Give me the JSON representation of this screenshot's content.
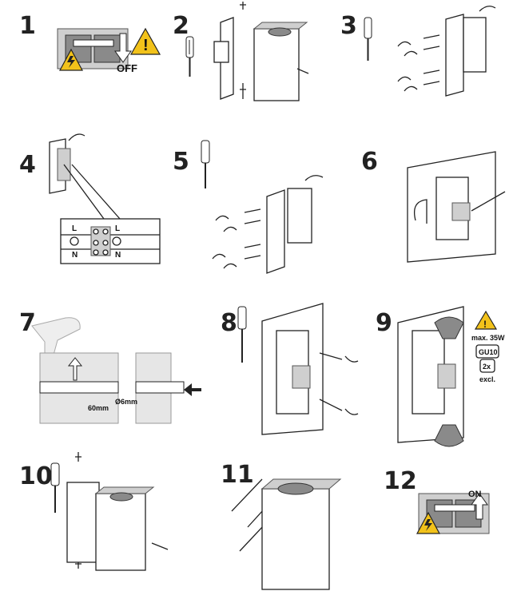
{
  "steps": [
    {
      "number": "1",
      "label": "OFF"
    },
    {
      "number": "2"
    },
    {
      "number": "3"
    },
    {
      "number": "4",
      "wiring": {
        "left": [
          "L",
          "N"
        ],
        "right": [
          "L",
          "N"
        ]
      }
    },
    {
      "number": "5"
    },
    {
      "number": "6"
    },
    {
      "number": "7",
      "dimensions": {
        "diameter": "Ø6mm",
        "depth": "60mm"
      }
    },
    {
      "number": "8"
    },
    {
      "number": "9",
      "lamp_info": {
        "max_power": "max. 35W",
        "socket": "GU10",
        "count": "2x",
        "note": "excl."
      }
    },
    {
      "number": "10"
    },
    {
      "number": "11"
    },
    {
      "number": "12",
      "label": "ON"
    }
  ],
  "colors": {
    "warning": "#f2c21a",
    "ink": "#222222",
    "shade": "#cfcfcf"
  }
}
